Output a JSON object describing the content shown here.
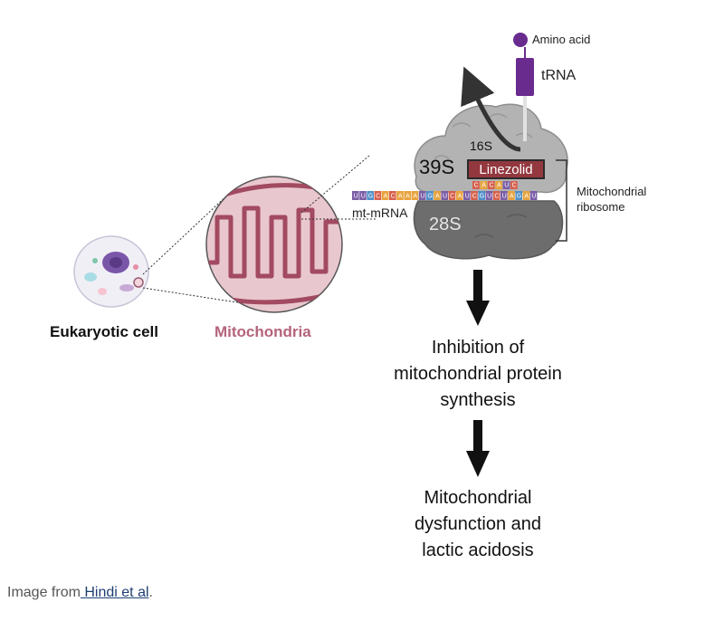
{
  "labels": {
    "amino_acid": "Amino acid",
    "trna": "tRNA",
    "s16": "16S",
    "s39": "39S",
    "linezolid": "Linezolid",
    "s28": "28S",
    "mt_mrna": "mt-mRNA",
    "ribosome_line1": "Mitochondrial",
    "ribosome_line2": "ribosome",
    "eukaryotic_cell": "Eukaryotic cell",
    "mitochondria": "Mitochondria",
    "outcome1_line1": "Inhibition of",
    "outcome1_line2": "mitochondrial protein",
    "outcome1_line3": "synthesis",
    "outcome2_line1": "Mitochondrial",
    "outcome2_line2": "dysfunction and",
    "outcome2_line3": "lactic acidosis"
  },
  "mrna_sequence": "UUGCACAAAUGAUCAUCGUCUAGAU",
  "codon_pairing": "CACAUC",
  "caption": {
    "prefix": "Image from",
    "link_text": " Hindi et al",
    "suffix": "."
  },
  "colors": {
    "mitochondria_label": "#b5637a",
    "linezolid_box": "#93383f",
    "trna": "#6a2b8f",
    "ribosome_large": "#b3b3b3",
    "ribosome_small": "#6d6d6d"
  }
}
